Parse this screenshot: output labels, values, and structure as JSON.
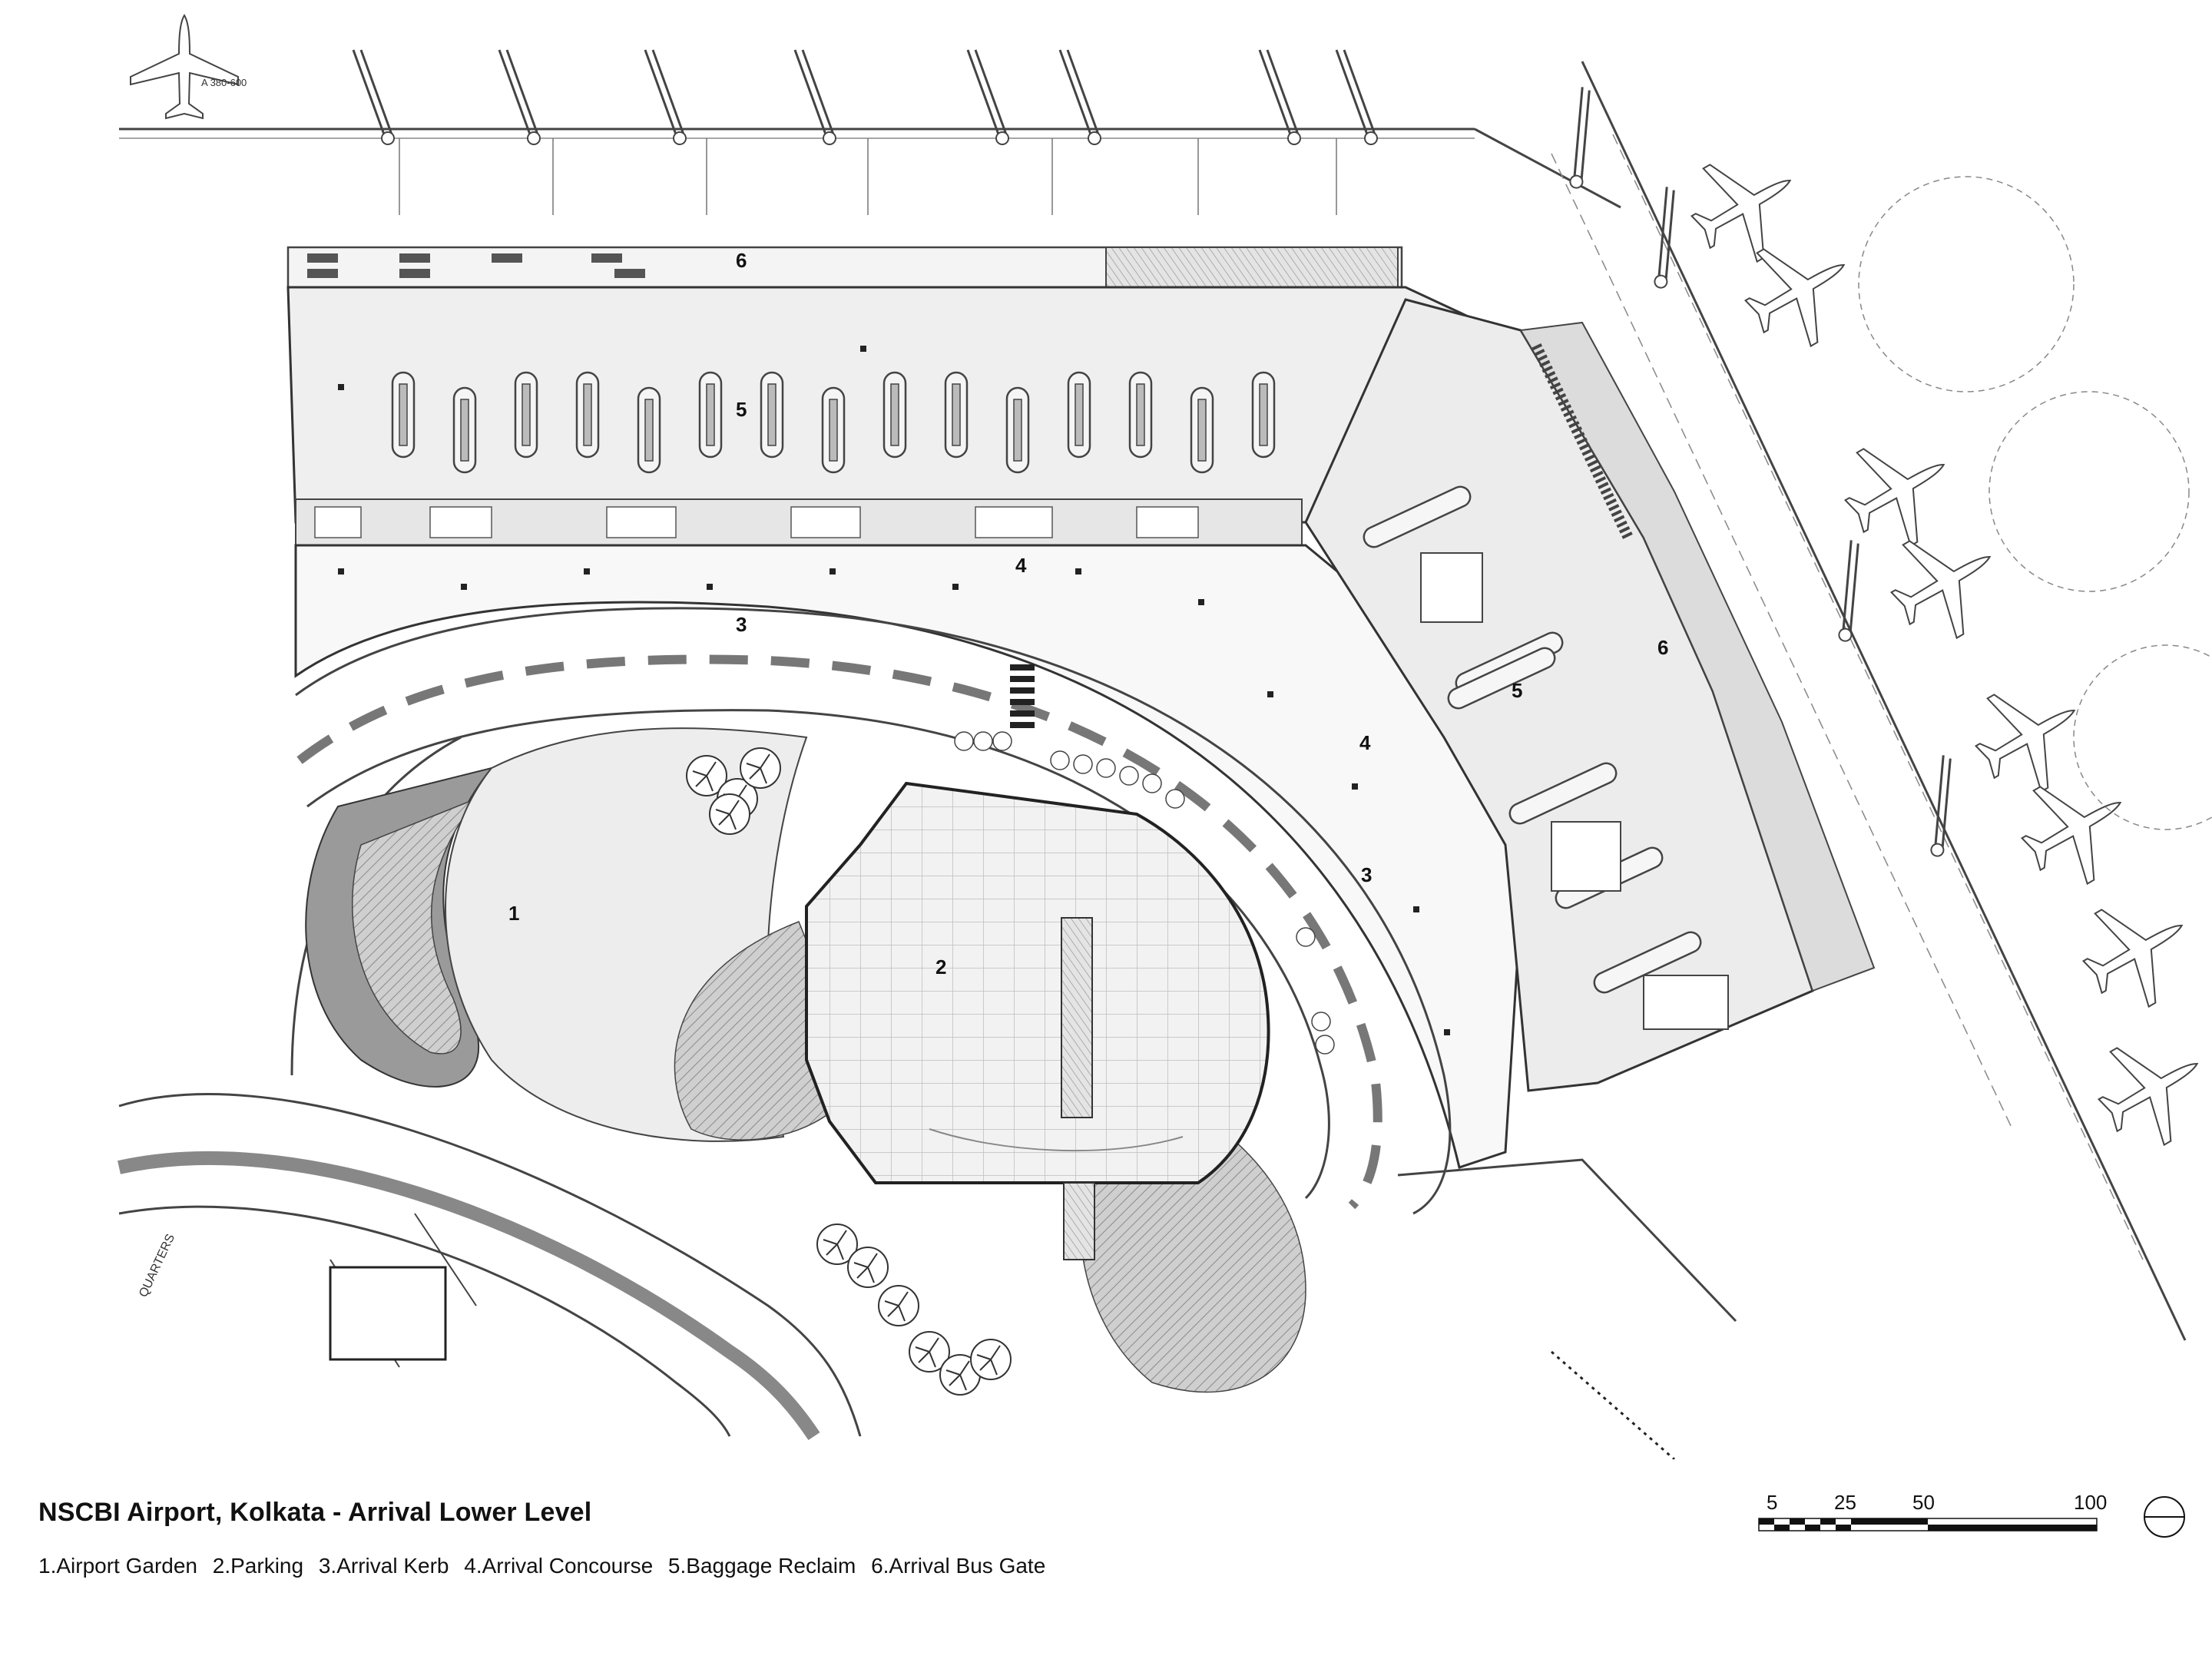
{
  "title": "NSCBI Airport, Kolkata - Arrival Lower Level",
  "legend": [
    "1.Airport Garden",
    "2.Parking",
    "3.Arrival Kerb",
    "4.Arrival Concourse",
    "5.Baggage Reclaim",
    "6.Arrival Bus Gate"
  ],
  "plan_labels": {
    "garden": "1",
    "parking": "2",
    "kerb_north": "3",
    "kerb_east": "3",
    "concourse_north": "4",
    "concourse_east": "4",
    "reclaim_north": "5",
    "reclaim_east": "5",
    "bus_gate_north": "6",
    "bus_gate_east": "6"
  },
  "aircraft_label": "A 380-600",
  "quarters_label": "QUARTERS",
  "scale_bar": {
    "ticks": [
      "5",
      "25",
      "50",
      "100"
    ]
  },
  "colors": {
    "ink": "#111111",
    "hatch": "#9a9a9a",
    "fill_light": "#ececec",
    "fill_mid": "#d0d0d0",
    "fill_dark": "#8a8a8a"
  }
}
